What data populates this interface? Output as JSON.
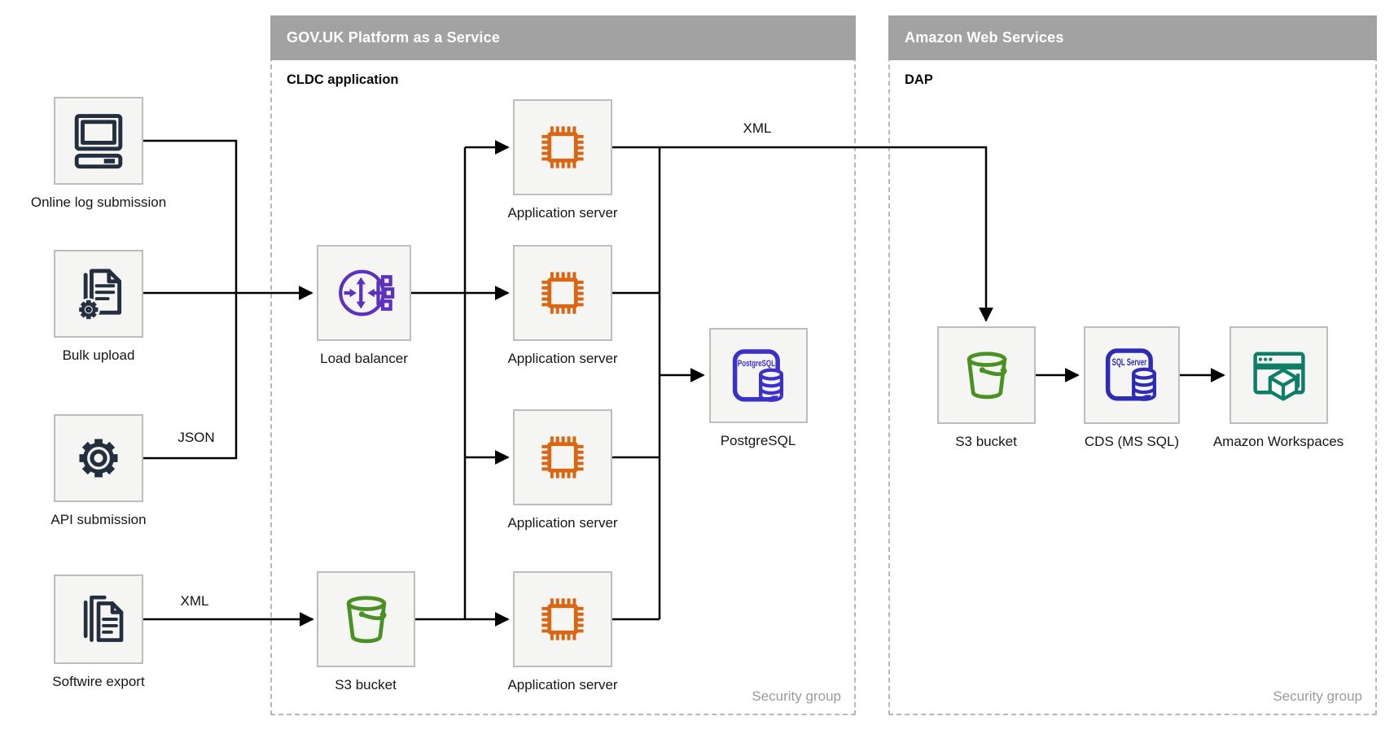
{
  "regions": {
    "govuk": {
      "title": "GOV.UK Platform as a Service",
      "subtitle": "CLDC application",
      "security_label": "Security group"
    },
    "aws": {
      "title": "Amazon Web Services",
      "subtitle": "DAP",
      "security_label": "Security group"
    }
  },
  "nodes": {
    "online_log": {
      "label": "Online log submission",
      "icon": "desktop-computer-icon"
    },
    "bulk_upload": {
      "label": "Bulk upload",
      "icon": "document-gear-icon"
    },
    "api_submission": {
      "label": "API submission",
      "icon": "gear-icon"
    },
    "softwire_export": {
      "label": "Softwire export",
      "icon": "documents-stack-icon"
    },
    "load_balancer": {
      "label": "Load balancer",
      "icon": "elastic-load-balancer-icon"
    },
    "s3_paas": {
      "label": "S3 bucket",
      "icon": "s3-bucket-icon"
    },
    "app_server_1": {
      "label": "Application server",
      "icon": "chip-icon"
    },
    "app_server_2": {
      "label": "Application server",
      "icon": "chip-icon"
    },
    "app_server_3": {
      "label": "Application server",
      "icon": "chip-icon"
    },
    "app_server_4": {
      "label": "Application server",
      "icon": "chip-icon"
    },
    "postgresql": {
      "label": "PostgreSQL",
      "icon": "postgresql-database-icon",
      "icon_text": "PostgreSQL"
    },
    "s3_aws": {
      "label": "S3 bucket",
      "icon": "s3-bucket-icon"
    },
    "cds": {
      "label": "CDS (MS SQL)",
      "icon": "sql-server-database-icon",
      "icon_text": "SQL Server"
    },
    "workspaces": {
      "label": "Amazon Workspaces",
      "icon": "workspaces-icon"
    }
  },
  "edge_labels": {
    "json": "JSON",
    "xml_to_s3": "XML",
    "xml_to_aws": "XML"
  },
  "colors": {
    "header_gray": "#A2A2A2",
    "dashed_border": "#B8B8B8",
    "node_border": "#BDBDBD",
    "node_bg": "#F5F5F4",
    "connector_black": "#000000",
    "source_icon_navy": "#232F3E",
    "load_balancer_purple": "#5B31BE",
    "app_server_orange": "#D86613",
    "s3_green": "#4A9123",
    "postgresql_blue": "#3B30C8",
    "sql_server_blue": "#2F2BB5",
    "workspaces_teal": "#0E7F66",
    "security_text_gray": "#9B9B9B"
  }
}
